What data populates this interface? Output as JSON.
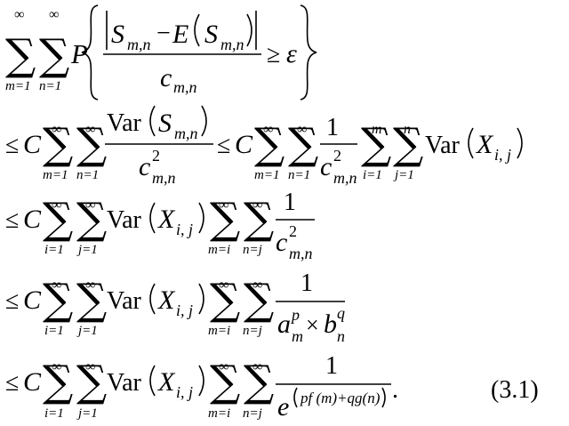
{
  "equation": {
    "number": "(3.1)",
    "terms": {
      "P": "P",
      "C": "C",
      "E": "E",
      "var": "Var",
      "S": "S",
      "X": "X",
      "c": "c",
      "a": "a",
      "b": "b",
      "e": "e",
      "one": "1",
      "two": "2",
      "minus": "−",
      "geq": "≥",
      "leq": "≤",
      "times": "×",
      "epsilon": "ε",
      "sum": "∑",
      "inf": "∞",
      "sub_mn": "m,n",
      "sub_ij": "i, j",
      "idx_m1": "m=1",
      "idx_n1": "n=1",
      "idx_i1": "i=1",
      "idx_j1": "j=1",
      "idx_mi": "m=i",
      "idx_nj": "n=j",
      "m": "m",
      "n": "n",
      "p": "p",
      "q": "q",
      "exponent": "pf (m)+qg(n)",
      "period": "."
    }
  }
}
